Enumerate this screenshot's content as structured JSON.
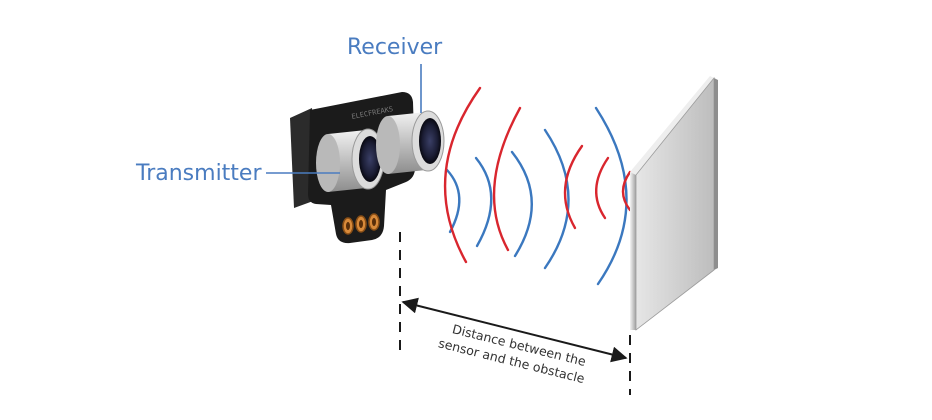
{
  "labels": {
    "receiver": "Receiver",
    "transmitter": "Transmitter",
    "distance_line1": "Distance between the",
    "distance_line2": "sensor and the obstacle"
  },
  "colors": {
    "label_blue": "#4a7cc0",
    "wave_red": "#d9262e",
    "wave_blue": "#3b78bf",
    "board": "#1b1b1b",
    "cylinder": "#c9c9c9",
    "pin_gold": "#d88a3a",
    "wall_front": "#cfcfcf",
    "wall_side": "#8e8e8e"
  },
  "icons": [
    "ultrasonic-sensor-icon",
    "obstacle-wall-icon",
    "sound-wave-icon",
    "double-arrow-icon"
  ]
}
